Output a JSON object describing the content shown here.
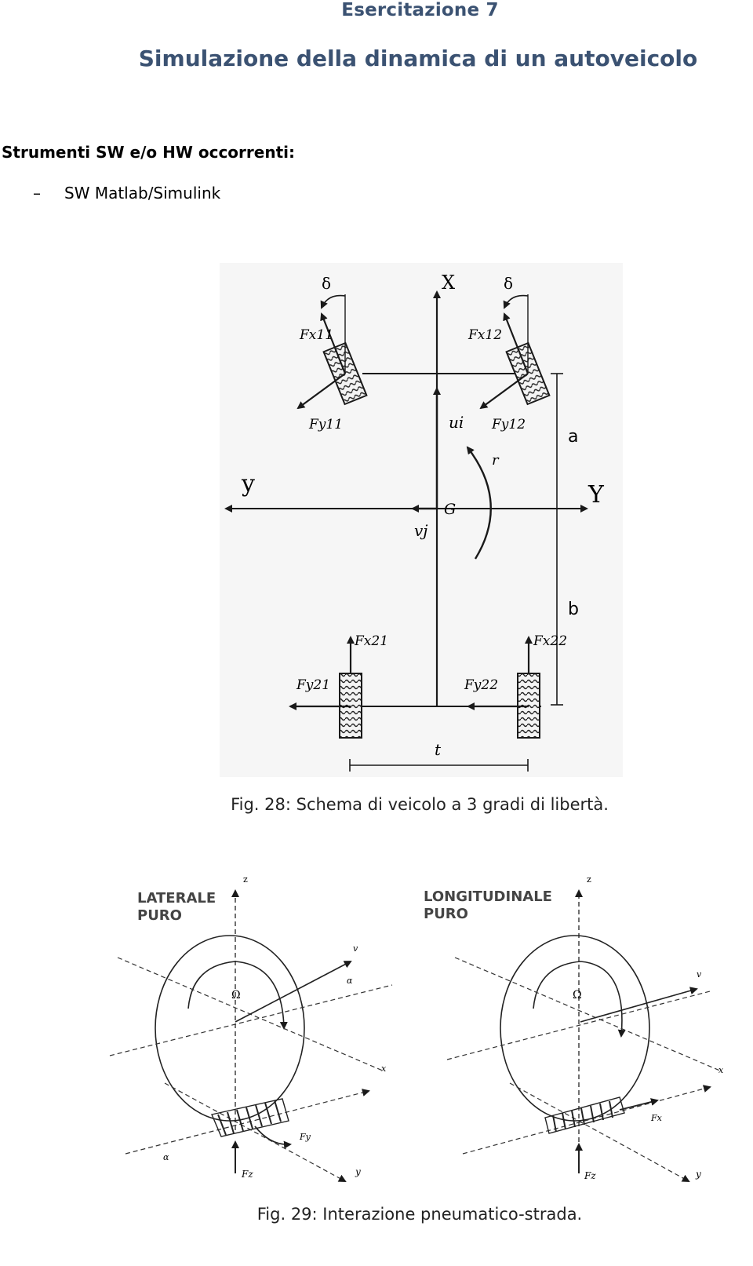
{
  "header": {
    "exercise_title": "Esercitazione 7",
    "document_title": "Simulazione della dinamica di un autoveicolo"
  },
  "tools": {
    "heading": "Strumenti SW e/o HW occorrenti:",
    "bullet_marker": "–",
    "items": [
      "SW Matlab/Simulink"
    ]
  },
  "figure28": {
    "caption": "Fig. 28: Schema di veicolo a 3 gradi di libertà.",
    "labels": {
      "x_axis": "X",
      "y_axis_left": "y",
      "y_axis_right": "Y",
      "steer_left": "δ",
      "steer_right": "δ",
      "fx11": "Fx11",
      "fy11": "Fy11",
      "fx12": "Fx12",
      "fy12": "Fy12",
      "fx21": "Fx21",
      "fy21": "Fy21",
      "fx22": "Fx22",
      "fy22": "Fy22",
      "ui": "ui",
      "vj": "vj",
      "cg": "G",
      "yaw": "r",
      "a": "a",
      "b": "b",
      "t": "t"
    }
  },
  "figure29": {
    "caption": "Fig. 29: Interazione pneumatico-strada.",
    "left_panel": {
      "title_line1": "LATERALE",
      "title_line2": "PURO",
      "z": "z",
      "omega": "Ω",
      "v": "v",
      "alpha_top": "α",
      "x": "x",
      "fy": "Fy",
      "fz": "Fz",
      "y": "y",
      "alpha_bottom": "α"
    },
    "right_panel": {
      "title_line1": "LONGITUDINALE",
      "title_line2": "PURO",
      "z": "z",
      "omega": "Ω",
      "v": "v",
      "x": "x",
      "fx": "Fx",
      "fz": "Fz",
      "y": "y"
    }
  }
}
